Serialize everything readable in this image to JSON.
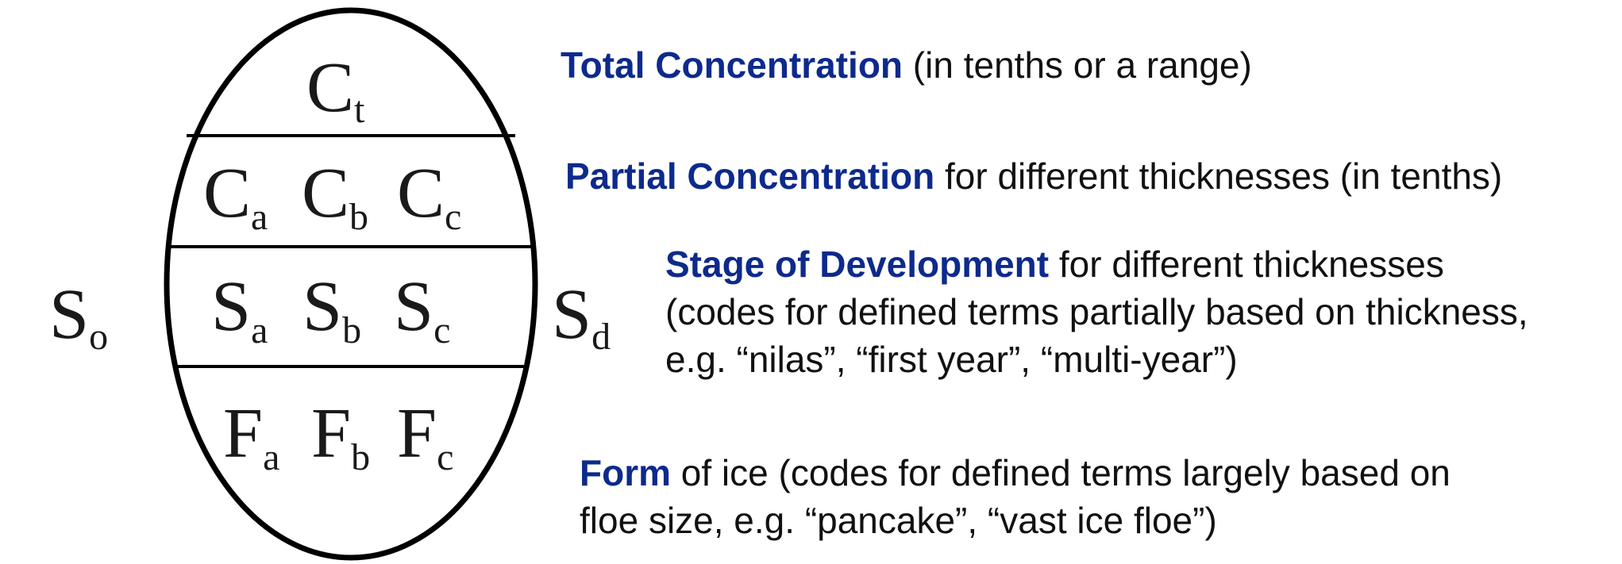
{
  "colors": {
    "term": "#0d2a8c",
    "text": "#111111",
    "line": "#000000"
  },
  "egg_code": {
    "top": {
      "main": "C",
      "sub": "t"
    },
    "conc_row": [
      {
        "main": "C",
        "sub": "a"
      },
      {
        "main": "C",
        "sub": "b"
      },
      {
        "main": "C",
        "sub": "c"
      }
    ],
    "stage_row": [
      {
        "main": "S",
        "sub": "a"
      },
      {
        "main": "S",
        "sub": "b"
      },
      {
        "main": "S",
        "sub": "c"
      }
    ],
    "form_row": [
      {
        "main": "F",
        "sub": "a"
      },
      {
        "main": "F",
        "sub": "b"
      },
      {
        "main": "F",
        "sub": "c"
      }
    ],
    "left": {
      "main": "S",
      "sub": "o"
    },
    "right": {
      "main": "S",
      "sub": "d"
    }
  },
  "legend": [
    {
      "term": "Total Concentration",
      "lines": [
        " (in tenths or a range)"
      ]
    },
    {
      "term": "Partial Concentration",
      "lines": [
        " for different thicknesses (in tenths)"
      ]
    },
    {
      "term": "Stage of Development",
      "lines": [
        " for different thicknesses",
        "(codes for defined terms partially based on thickness,",
        "e.g. “nilas”, “first year”, “multi-year”)"
      ]
    },
    {
      "term": "Form",
      "lines": [
        " of ice  (codes for defined terms largely based on",
        "floe size, e.g. “pancake”, “vast ice floe”)"
      ]
    }
  ]
}
